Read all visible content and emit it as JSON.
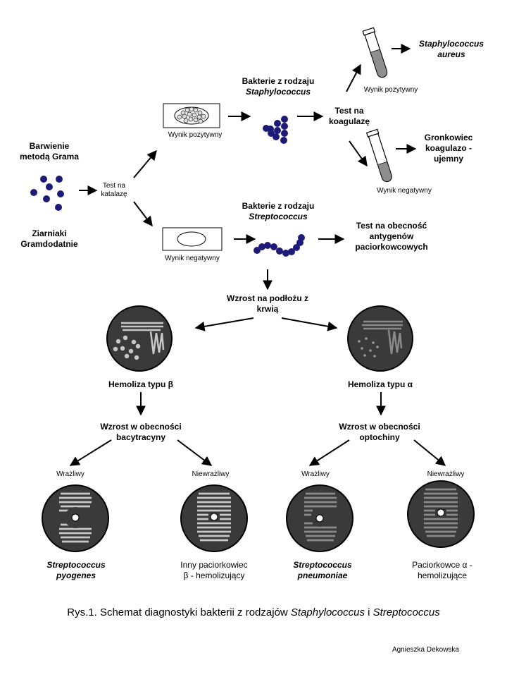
{
  "start": {
    "gram_line1": "Barwienie",
    "gram_line2": "metodą Grama",
    "cocci_line1": "Ziarniaki",
    "cocci_line2": "Gramdodatnie"
  },
  "catalase": {
    "line1": "Test na",
    "line2": "katalazę"
  },
  "positive": {
    "result": "Wynik pozytywny",
    "genus_line1": "Bakterie z rodzaju",
    "genus_name": "Staphylococcus",
    "coagulase_line1": "Test na",
    "coagulase_line2": "koagulazę",
    "coag_pos_result": "Wynik pozytywny",
    "coag_pos_line1": "Staphylococcus",
    "coag_pos_line2": "aureus",
    "coag_neg_result": "Wynik negatywny",
    "coag_neg_line1": "Gronkowiec",
    "coag_neg_line2": "koagulazo -",
    "coag_neg_line3": "ujemny"
  },
  "negative": {
    "result": "Wynik negatywny",
    "genus_line1": "Bakterie z rodzaju",
    "genus_name": "Streptococcus",
    "antigen_line1": "Test na obecność",
    "antigen_line2": "antygenów",
    "antigen_line3": "paciorkowcowych",
    "blood_line1": "Wzrost na podłożu z",
    "blood_line2": "krwią"
  },
  "beta": {
    "label": "Hemoliza typu β",
    "growth_line1": "Wzrost w obecności",
    "growth_line2": "bacytracyny",
    "sensitive": "Wrażliwy",
    "resistant": "Niewrażliwy",
    "res1_line1": "Streptococcus",
    "res1_line2": "pyogenes",
    "res2_line1": "Inny paciorkowiec",
    "res2_line2": "β - hemolizujący"
  },
  "alpha": {
    "label": "Hemoliza typu α",
    "growth_line1": "Wzrost w obecności",
    "growth_line2": "optochiny",
    "sensitive": "Wrażliwy",
    "resistant": "Niewrażliwy",
    "res1_line1": "Streptococcus",
    "res1_line2": "pneumoniae",
    "res2_line1": "Paciorkowce α -",
    "res2_line2": "hemolizujące"
  },
  "caption": {
    "prefix": "Rys.1. Schemat diagnostyki bakterii z rodzajów ",
    "genus1": "Staphylococcus",
    "mid": " i ",
    "genus2": "Streptococcus"
  },
  "author": "Agnieszka Dekowska",
  "colors": {
    "cocci": "#1e1a78",
    "plate": "#3a3a3a",
    "streak": "#c8c8c8"
  }
}
